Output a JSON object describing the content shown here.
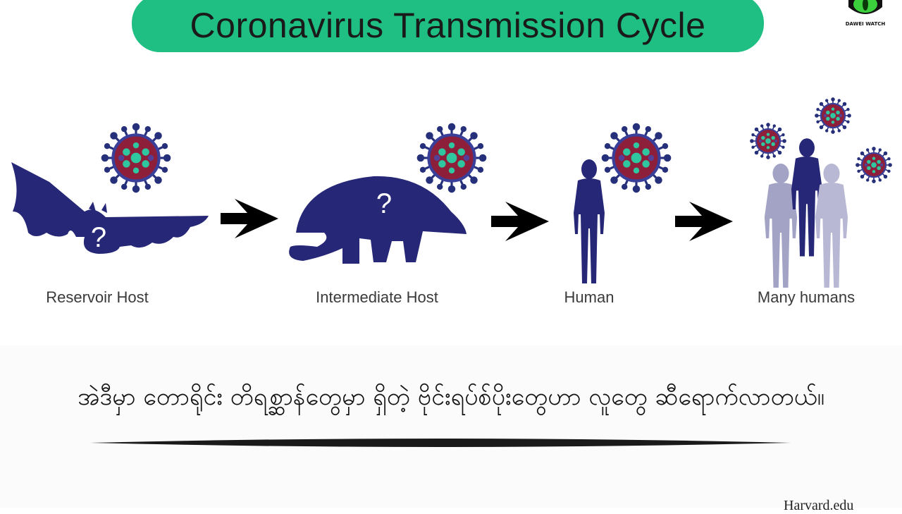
{
  "title": "Coronavirus Transmission Cycle",
  "logo": {
    "text": "DAWEI WATCH",
    "ring_color": "#111111",
    "eye_color": "#3cd13c"
  },
  "stages": [
    {
      "label": "Reservoir Host",
      "icon": "bat-icon",
      "unknown_mark": "?"
    },
    {
      "label": "Intermediate Host",
      "icon": "pangolin-icon",
      "unknown_mark": "?"
    },
    {
      "label": "Human",
      "icon": "human-icon"
    },
    {
      "label": "Many humans",
      "icon": "crowd-icon"
    }
  ],
  "caption": "အဲဒီမှာ တောရိုင်း တိရစ္ဆာန်တွေမှာ ရှိတဲ့ ဗိုင်းရပ်စ်ပိုးတွေဟာ လူတွေ ဆီရောက်လာတယ်။",
  "source": "Harvard.edu",
  "colors": {
    "title_bg": "#1fbf84",
    "silhouette": "#262776",
    "crowd_light": "#a3a3c6",
    "virus_spike": "#26307a",
    "virus_body": "#8e1f3a",
    "virus_core": "#2fc7a0",
    "arrow": "#000000"
  }
}
